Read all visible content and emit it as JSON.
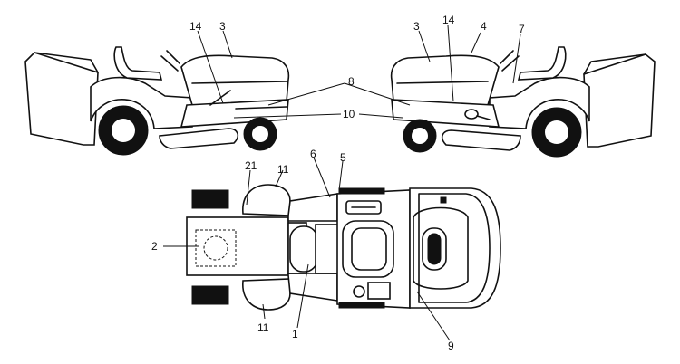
{
  "labels": {
    "l14_left": "14",
    "l3_left": "3",
    "l3_right": "3",
    "l14_right": "14",
    "l4": "4",
    "l7": "7",
    "l8": "8",
    "l10": "10",
    "l21": "21",
    "l11_top": "11",
    "l6": "6",
    "l5": "5",
    "l2": "2",
    "l11_bottom": "11",
    "l1": "1",
    "l9": "9"
  }
}
